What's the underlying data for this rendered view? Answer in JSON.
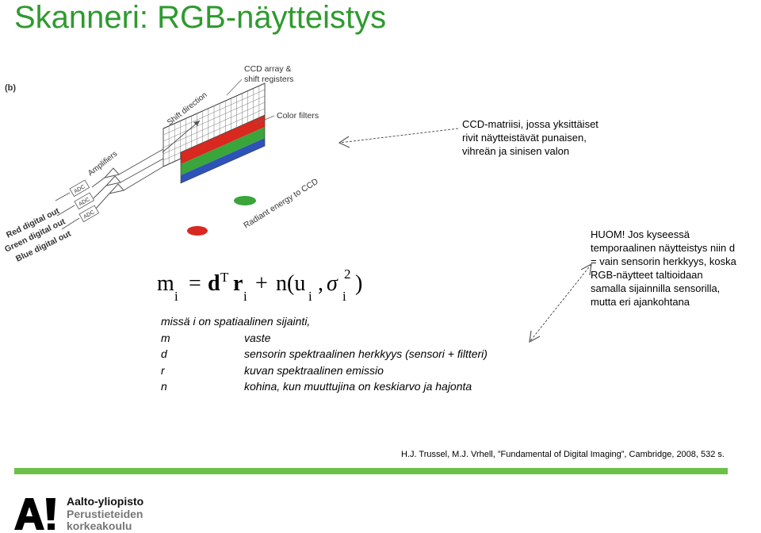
{
  "title": "Skanneri: RGB-näytteistys",
  "figure": {
    "panel_label": "(b)",
    "labels": {
      "ccd_array": "CCD array &",
      "shift_registers": "shift registers",
      "shift_direction": "Shift direction",
      "color_filters": "Color filters",
      "amplifiers": "Amplifiers",
      "adc": "ADC",
      "red_out": "Red digital out",
      "green_out": "Green digital out",
      "blue_out": "Blue digital out",
      "radiant_energy": "Radiant energy to CCD"
    },
    "colors": {
      "red": "#d8281f",
      "green": "#3aa53a",
      "blue": "#2d52b8"
    }
  },
  "callouts": {
    "ccd_lines": [
      "CCD-matriisi, jossa yksittäiset",
      "rivit näytteistävät punaisen,",
      "vihreän ja sinisen valon"
    ],
    "note_lines": [
      "HUOM! Jos kyseessä",
      "temporaalinen näytteistys niin d",
      "= vain sensorin herkkyys, koska",
      "RGB-näytteet taltioidaan",
      "samalla sijainnilla sensorilla,",
      "mutta eri ajankohtana"
    ]
  },
  "formula": {
    "m": "m",
    "sub_i": "i",
    "eq": "=",
    "d": "d",
    "sup_t": "T",
    "r": "r",
    "plus": "+",
    "n": "n(u",
    "comma": ",",
    "sigma": "σ",
    "sup_2": "2",
    "close": ")"
  },
  "definitions": {
    "intro": "missä i on spatiaalinen sijainti,",
    "rows": [
      {
        "symbol": "m",
        "desc": "vaste"
      },
      {
        "symbol": "d",
        "desc": "sensorin spektraalinen herkkyys (sensori + filtteri)"
      },
      {
        "symbol": "r",
        "desc": "kuvan spektraalinen emissio"
      },
      {
        "symbol": "n",
        "desc": "kohina, kun muuttujina on keskiarvo ja hajonta"
      }
    ]
  },
  "reference": "H.J. Trussel, M.J. Vrhell, ”Fundamental of Digital Imaging”, Cambridge, 2008, 532 s.",
  "footer": {
    "logo_line1": "Aalto-yliopisto",
    "logo_line2": "Perustieteiden",
    "logo_line3": "korkeakoulu",
    "bar_color": "#6cc04a"
  }
}
